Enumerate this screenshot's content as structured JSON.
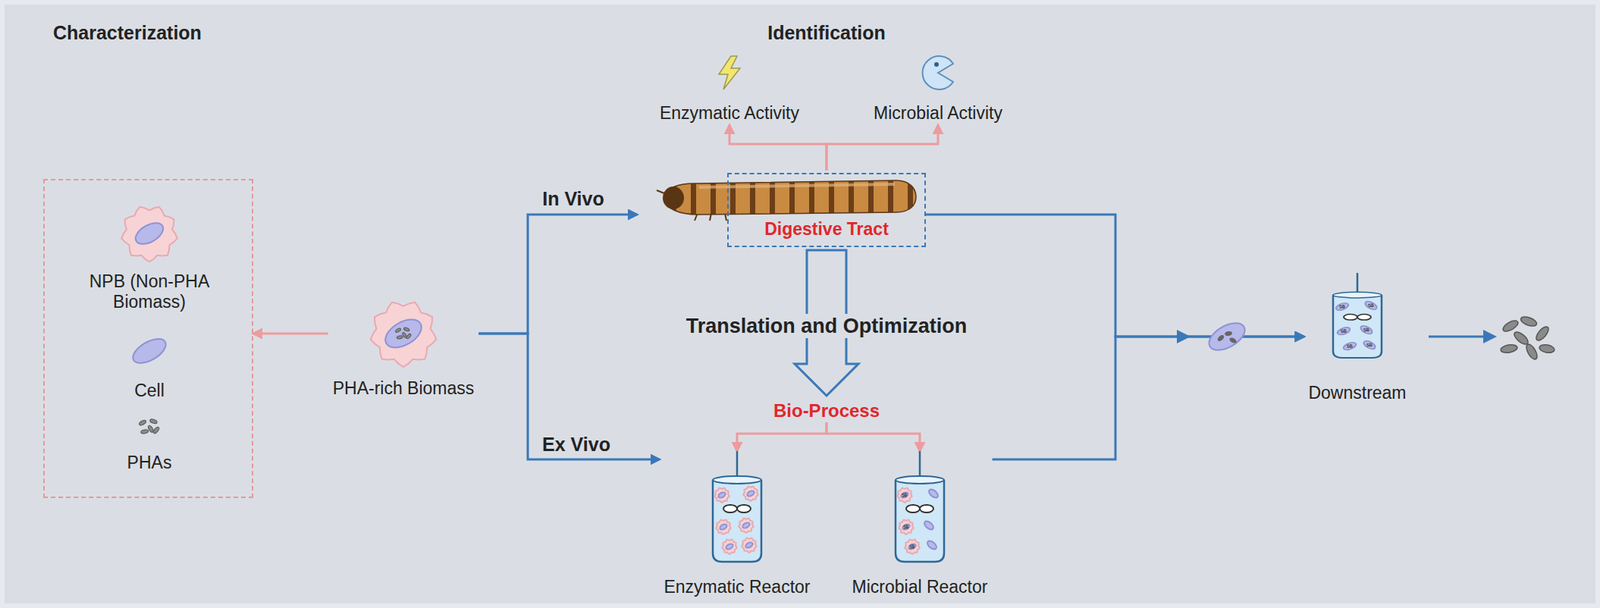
{
  "diagram": {
    "nodes": [
      {
        "text": []
      },
      {
        "text": [
          "NPB (Non-PHA Biomass)"
        ],
        "in": 0
      },
      {
        "text": [
          "Cell"
        ],
        "in": 0
      },
      {
        "text": [
          "PHAs"
        ],
        "in": 0
      },
      {
        "text": [
          "PHA-rich Biomass"
        ]
      },
      {
        "text": [
          "Digestive Tract"
        ]
      },
      {
        "text": [
          "Enzymatic Activity"
        ]
      },
      {
        "text": [
          "Microbial Activity"
        ]
      },
      {
        "text": [
          "Bio-Process"
        ]
      },
      {
        "text": [
          "Enzymatic Reactor"
        ]
      },
      {
        "text": [
          "Microbial Reactor"
        ]
      },
      {
        "text": [
          "Downstream"
        ]
      }
    ],
    "edges": [
      {
        "from": 4,
        "to": 0,
        "arrow": "to"
      },
      {
        "from": 4,
        "to": 5,
        "label": "In Vivo",
        "arrow": "to"
      },
      {
        "from": 4,
        "to": 9,
        "label": "Ex Vivo",
        "arrow": "to"
      },
      {
        "from": 5,
        "to": 6,
        "arrow": "to"
      },
      {
        "from": 5,
        "to": 7,
        "arrow": "to"
      },
      {
        "from": 5,
        "to": 8,
        "label": "Translation and Optimization",
        "arrow": "to"
      },
      {
        "from": 8,
        "to": 9,
        "arrow": "to"
      },
      {
        "from": 8,
        "to": 10,
        "arrow": "to"
      },
      {
        "from": 5,
        "to": 11,
        "arrow": "to"
      },
      {
        "from": 10,
        "to": 11,
        "arrow": "to"
      }
    ],
    "labels": [
      "Characterization",
      "Identification"
    ]
  }
}
